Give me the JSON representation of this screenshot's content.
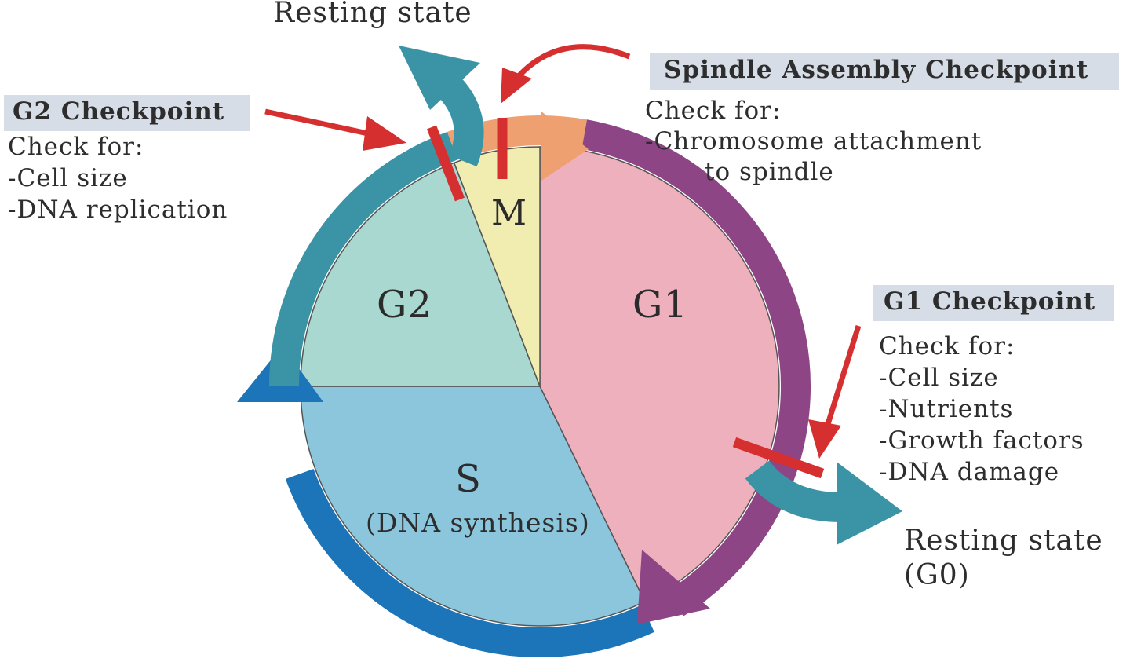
{
  "colors": {
    "g1": "#efb0bd",
    "s": "#8cc6dd",
    "g2": "#a9d8d0",
    "m": "#f1ecb0",
    "g1_arrow": "#8e4585",
    "s_arrow": "#1c75b8",
    "g2_arrow": "#3b94a6",
    "m_arrow": "#eea070",
    "exit_arrow": "#3b94a6",
    "checkpoint": "#d62f2f",
    "label_box": "#d6dde6"
  },
  "phases": {
    "g1": "G1",
    "g2": "G2",
    "m": "M",
    "s": "S",
    "s_sub": "(DNA synthesis)"
  },
  "resting_top": "Resting state",
  "resting_g0": {
    "line1": "Resting state",
    "line2": "(G0)"
  },
  "checkpoints": {
    "g2": {
      "title": "G2 Checkpoint",
      "check_for": "Check for:",
      "items": [
        "-Cell size",
        "-DNA replication"
      ]
    },
    "spindle": {
      "title": "Spindle Assembly Checkpoint",
      "check_for": "Check for:",
      "items": [
        "-Chromosome attachment",
        "to spindle"
      ]
    },
    "g1": {
      "title": "G1 Checkpoint",
      "check_for": "Check for:",
      "items": [
        "-Cell size",
        "-Nutrients",
        "-Growth factors",
        "-DNA damage"
      ]
    }
  }
}
